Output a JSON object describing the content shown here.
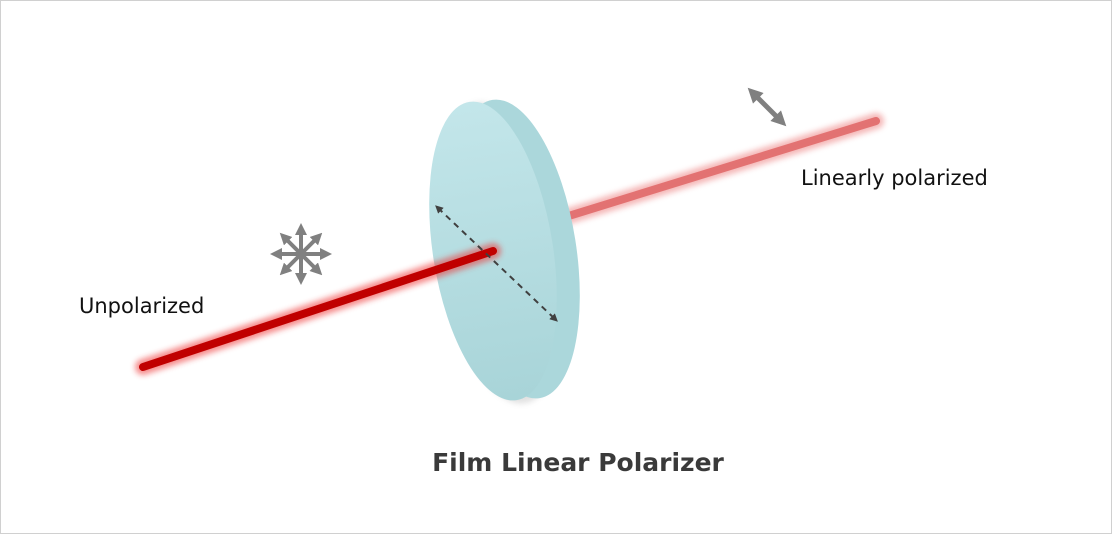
{
  "labels": {
    "unpolarized": "Unpolarized",
    "linearly_polarized": "Linearly polarized",
    "title": "Film Linear Polarizer"
  },
  "colors": {
    "incident_beam": "#c00000",
    "transmitted_beam": "#e06666",
    "polarizer": "#b9e0e4",
    "polarizer_edge": "#a6d3d8",
    "arrow": "#808080",
    "axis": "#404040"
  },
  "icons": {
    "unpolarized_symbol": "eight-way-arrows-icon",
    "polarization_symbol": "double-arrow-icon",
    "transmission_axis": "dashed-double-arrow-icon"
  }
}
